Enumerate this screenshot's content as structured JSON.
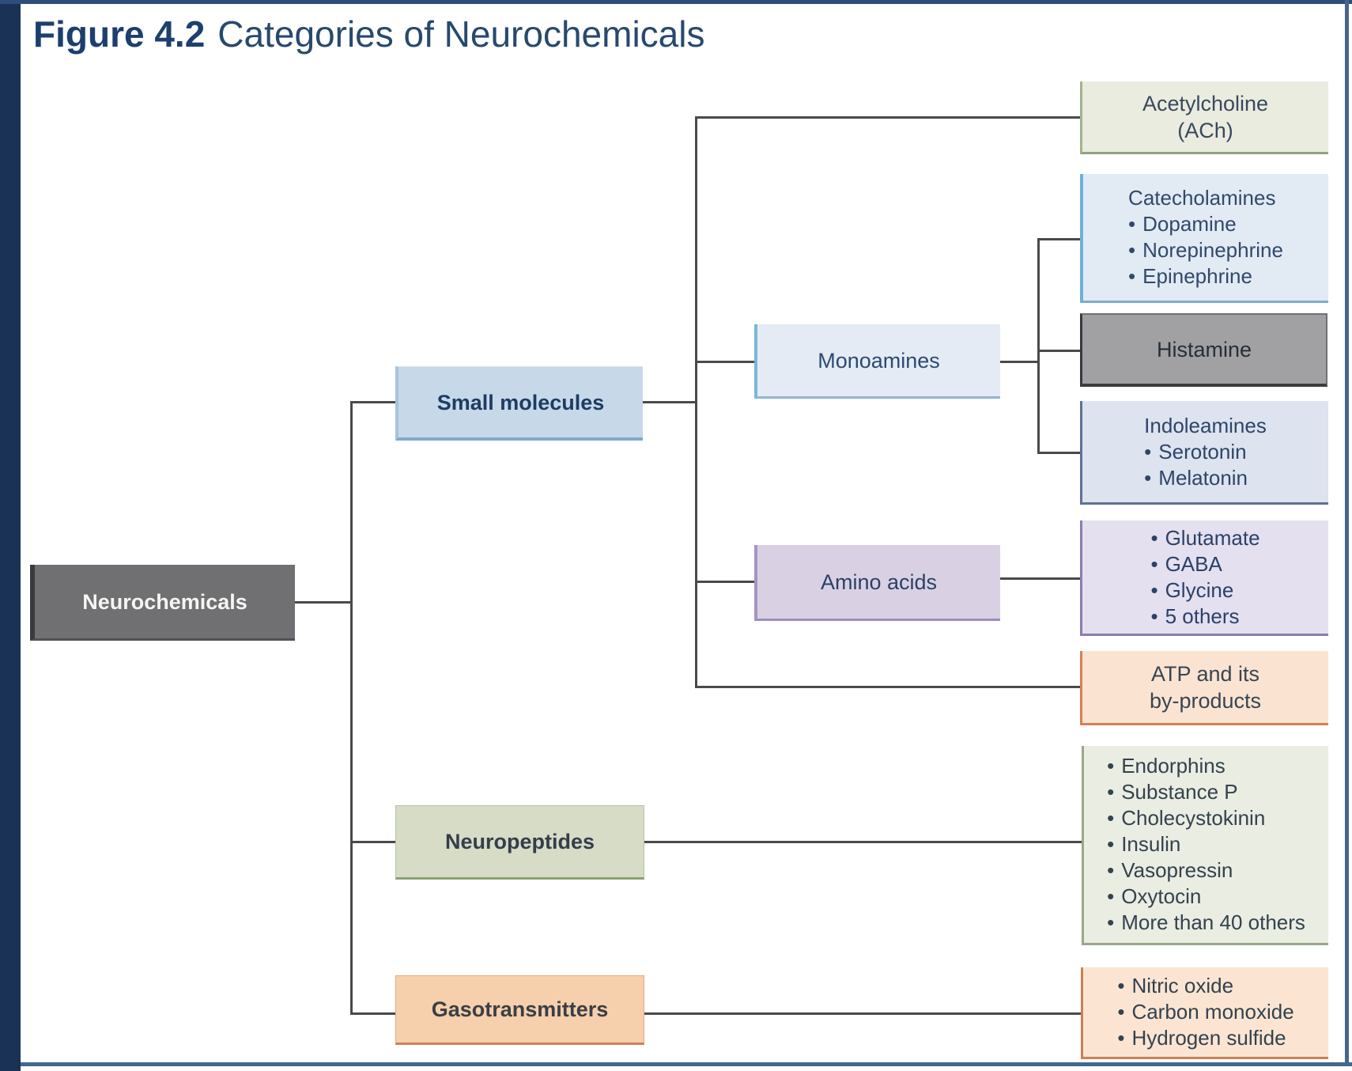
{
  "meta": {
    "bullet": "•"
  },
  "figure": {
    "label": "Figure 4.2",
    "title": "Categories of Neurochemicals"
  },
  "nodes": {
    "root": "Neurochemicals",
    "small_molecules": "Small molecules",
    "neuropeptides": "Neuropeptides",
    "gasotransmitters": "Gasotransmitters",
    "monoamines": "Monoamines",
    "amino_acids": "Amino acids",
    "acetylcholine": {
      "lines": [
        "Acetylcholine",
        "(ACh)"
      ]
    },
    "atp": {
      "lines": [
        "ATP and its",
        "by-products"
      ]
    },
    "histamine": "Histamine",
    "catecholamines": {
      "title": "Catecholamines",
      "items": [
        "Dopamine",
        "Norepinephrine",
        "Epinephrine"
      ]
    },
    "indoleamines": {
      "title": "Indoleamines",
      "items": [
        "Serotonin",
        "Melatonin"
      ]
    },
    "amino_acid_items": [
      "Glutamate",
      "GABA",
      "Glycine",
      "5 others"
    ],
    "neuropeptide_items": [
      "Endorphins",
      "Substance P",
      "Cholecystokinin",
      "Insulin",
      "Vasopressin",
      "Oxytocin",
      "More than 40 others"
    ],
    "gasotransmitter_items": [
      "Nitric oxide",
      "Carbon monoxide",
      "Hydrogen sulfide"
    ]
  },
  "colors": {
    "frame_navy": "#1b3257",
    "top_border": "#2e4d79",
    "bottom_rule": "#41688f",
    "connector": "#4a4a4a",
    "title_label": "#1d3f6e",
    "title_caption": "#27496f",
    "root_fill": "#706f72",
    "small_molecules_fill": "#c7d8e9",
    "monoamines_fill": "#e4ebf5",
    "amino_acids_fill": "#d9d1e3",
    "neuropeptides_fill": "#d6dcc6",
    "gasotransmitters_fill": "#f6cfac",
    "acetylcholine_fill": "#e9ecdf",
    "catecholamines_fill": "#e2eaf4",
    "histamine_fill": "#a1a1a4",
    "indoleamines_fill": "#dde3ef",
    "glutamate_fill": "#e4e0f0",
    "atp_fill": "#fae4d1",
    "neuropeptide_list_fill": "#eaede1",
    "gasotransmitter_list_fill": "#fbe5d2"
  }
}
